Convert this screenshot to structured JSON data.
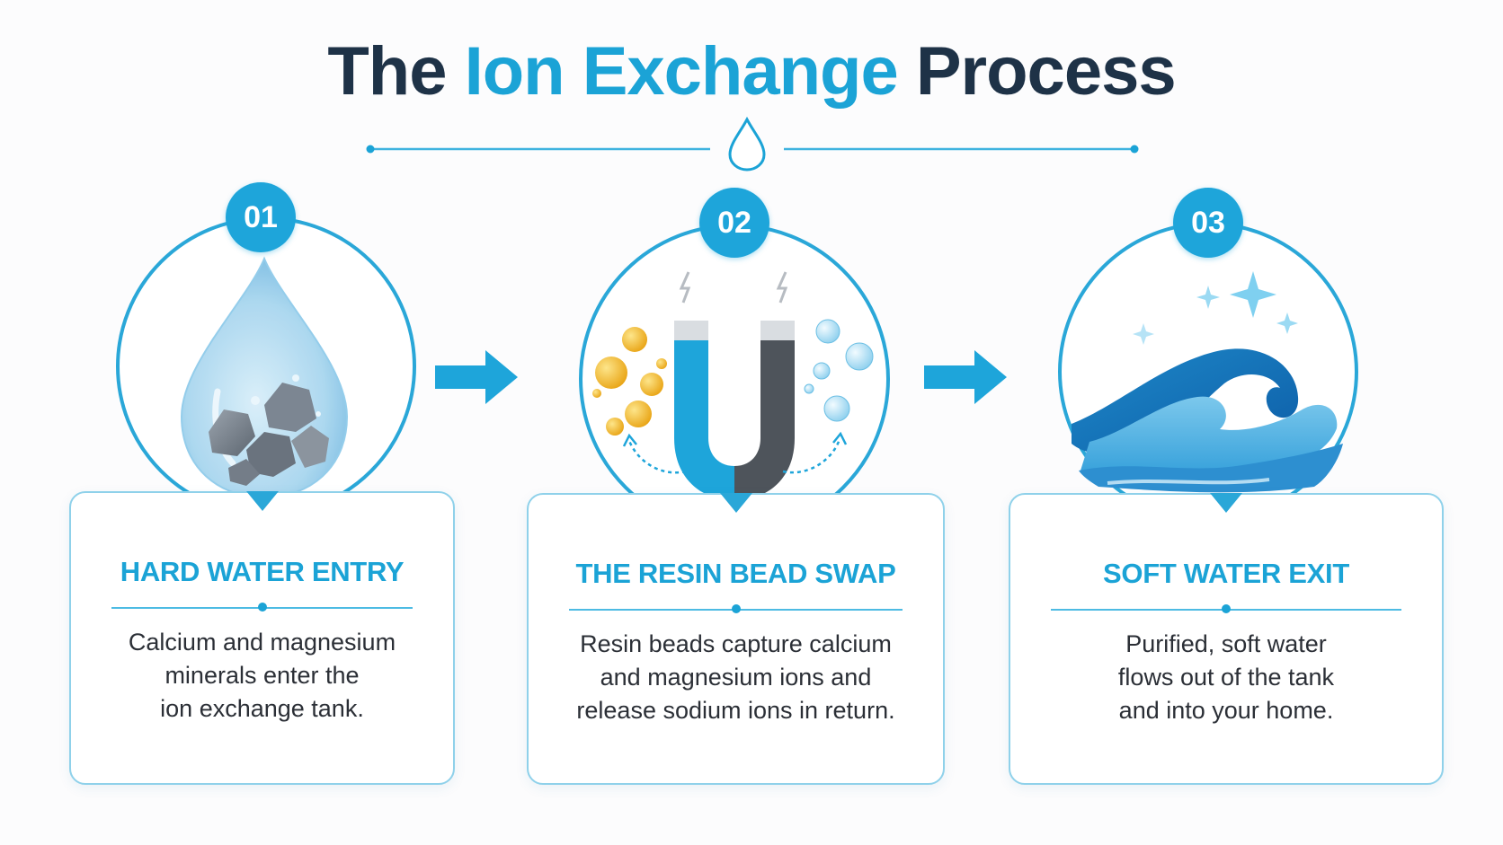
{
  "title": {
    "prefix": "The",
    "accent": "Ion Exchange",
    "suffix": "Process"
  },
  "colors": {
    "accent": "#1ba3d6",
    "dark": "#1e3247",
    "badge": "#1ea5da",
    "card_border": "#8fd1ea",
    "text": "#2b2f36"
  },
  "steps": [
    {
      "number": "01",
      "icon": "hard-water-drop-icon",
      "heading": "HARD WATER ENTRY",
      "lines": [
        "Calcium and magnesium",
        "minerals enter the",
        "ion exchange tank."
      ]
    },
    {
      "number": "02",
      "icon": "magnet-icon",
      "heading": "THE RESIN BEAD SWAP",
      "lines": [
        "Resin beads capture calcium",
        "and magnesium ions and",
        "release sodium ions in return."
      ]
    },
    {
      "number": "03",
      "icon": "wave-icon",
      "heading": "SOFT WATER EXIT",
      "lines": [
        "Purified, soft water",
        "flows out of the tank",
        "and into your home."
      ]
    }
  ]
}
